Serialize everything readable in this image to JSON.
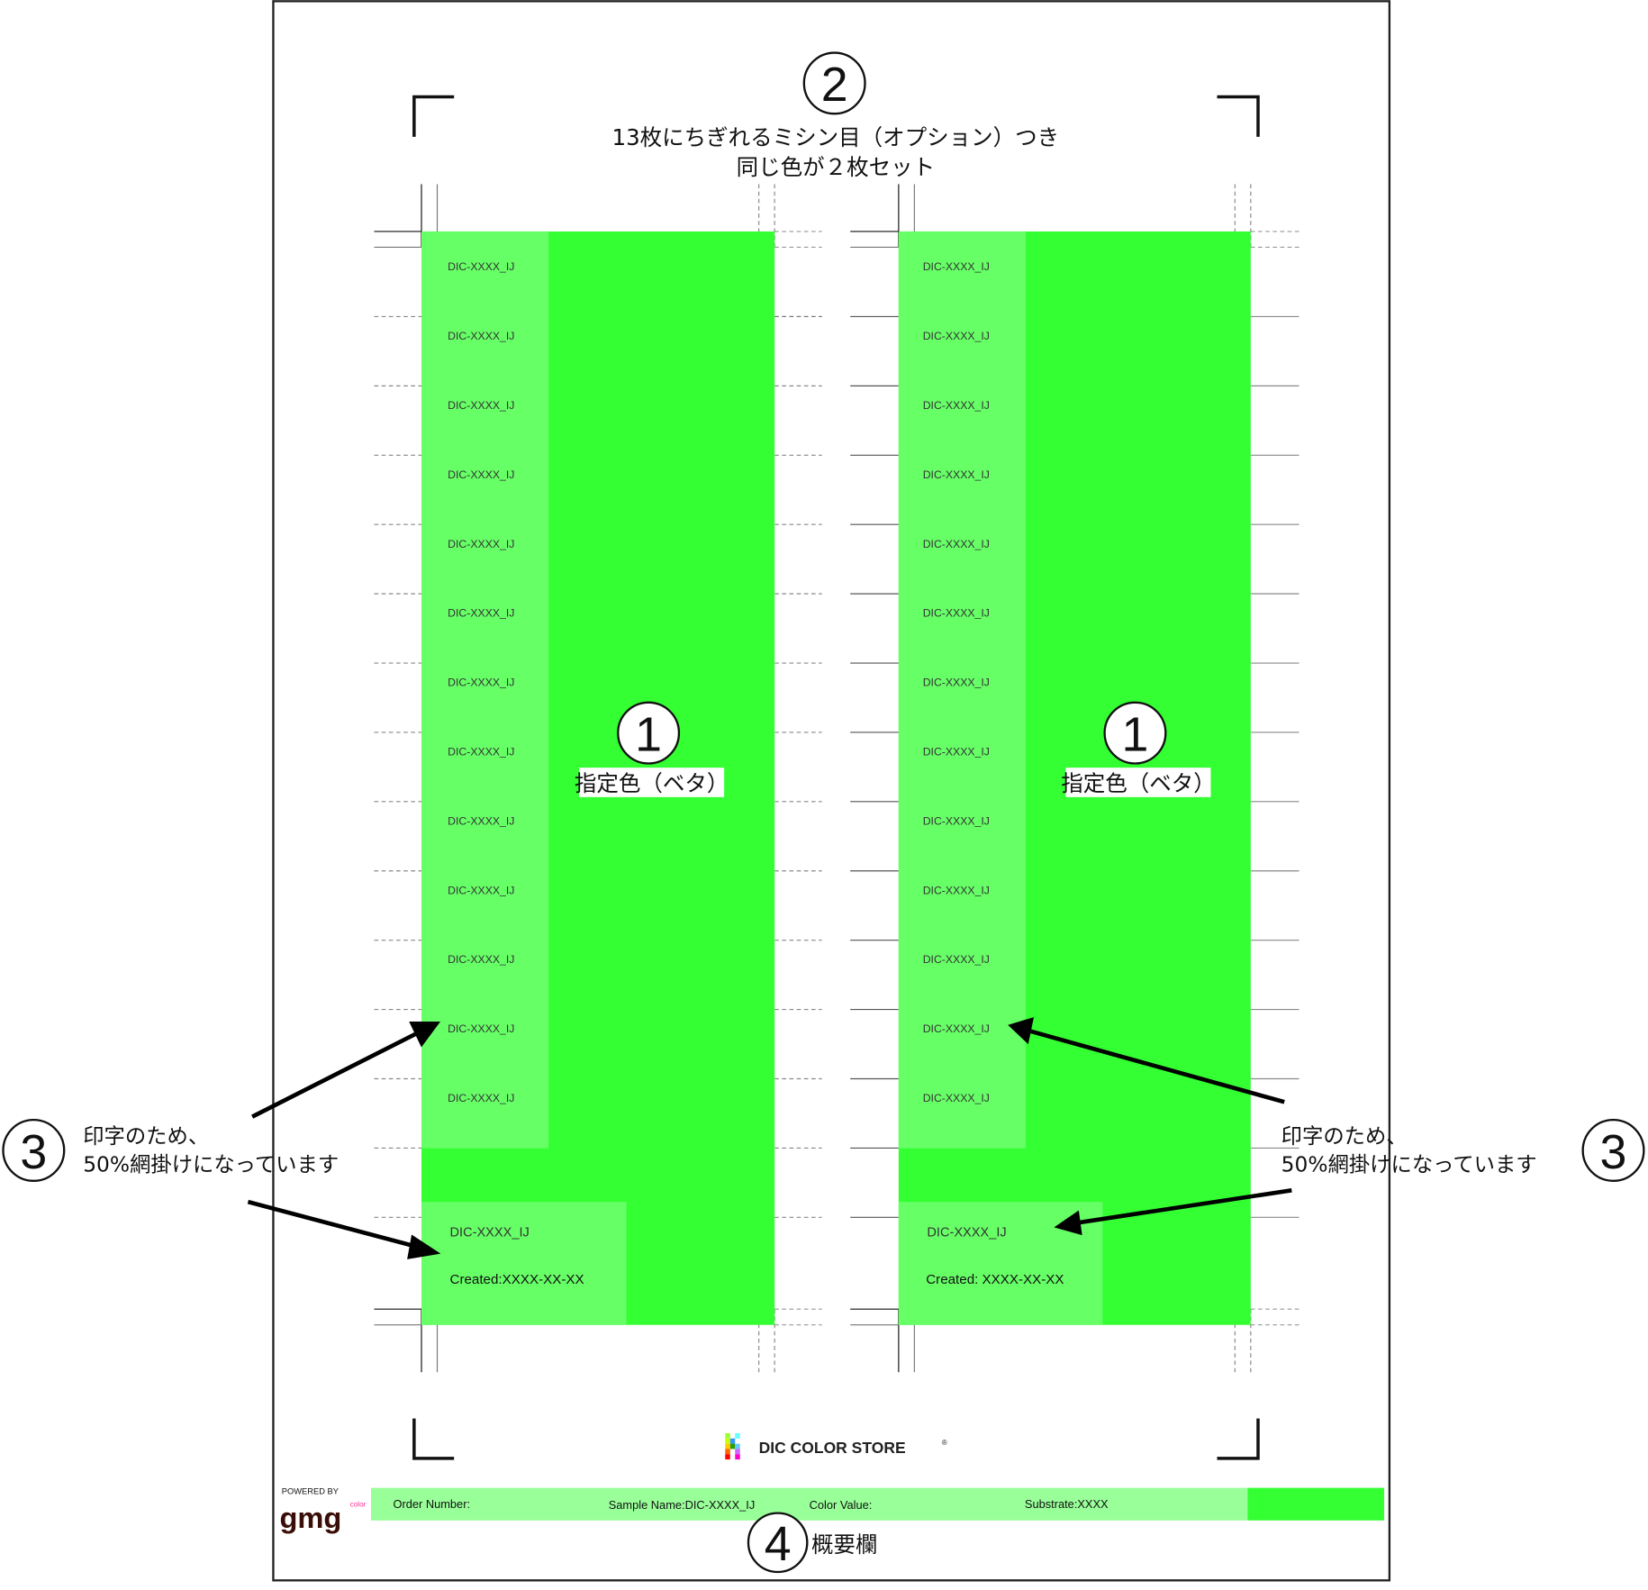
{
  "colors": {
    "solid": "#33ff33",
    "tint": "#66ff66",
    "summary": "#99ff99",
    "logo_brown": "#3a0e08",
    "logo_pink": "#ff3399"
  },
  "annotation_2": {
    "number": "2",
    "line1": "13枚にちぎれるミシン目（オプション）つき",
    "line2": "同じ色が２枚セット"
  },
  "annotation_1": {
    "number": "1",
    "label": "指定色（ベタ）"
  },
  "annotation_3": {
    "number": "3",
    "line1": "印字のため、",
    "line2": "50%網掛けになっています"
  },
  "annotation_4": {
    "number": "4",
    "label": "概要欄"
  },
  "sheets": {
    "left": {
      "strip_label": "DIC-XXXX_IJ",
      "box_name": "DIC-XXXX_IJ",
      "box_created": "Created:XXXX-XX-XX"
    },
    "right": {
      "strip_label": "DIC-XXXX_IJ",
      "box_name": "DIC-XXXX_IJ",
      "box_created": "Created: XXXX-XX-XX"
    }
  },
  "strip_count": 13,
  "brand": {
    "logo_text": "DIC COLOR STORE",
    "registered": "®"
  },
  "powered_by": {
    "label": "POWERED BY",
    "logo": "gmg",
    "logo_sup": "color"
  },
  "summary": {
    "order_number": "Order Number:",
    "sample_name": "Sample Name:DIC-XXXX_IJ",
    "color_value": "Color Value:",
    "substrate": "Substrate:XXXX"
  }
}
